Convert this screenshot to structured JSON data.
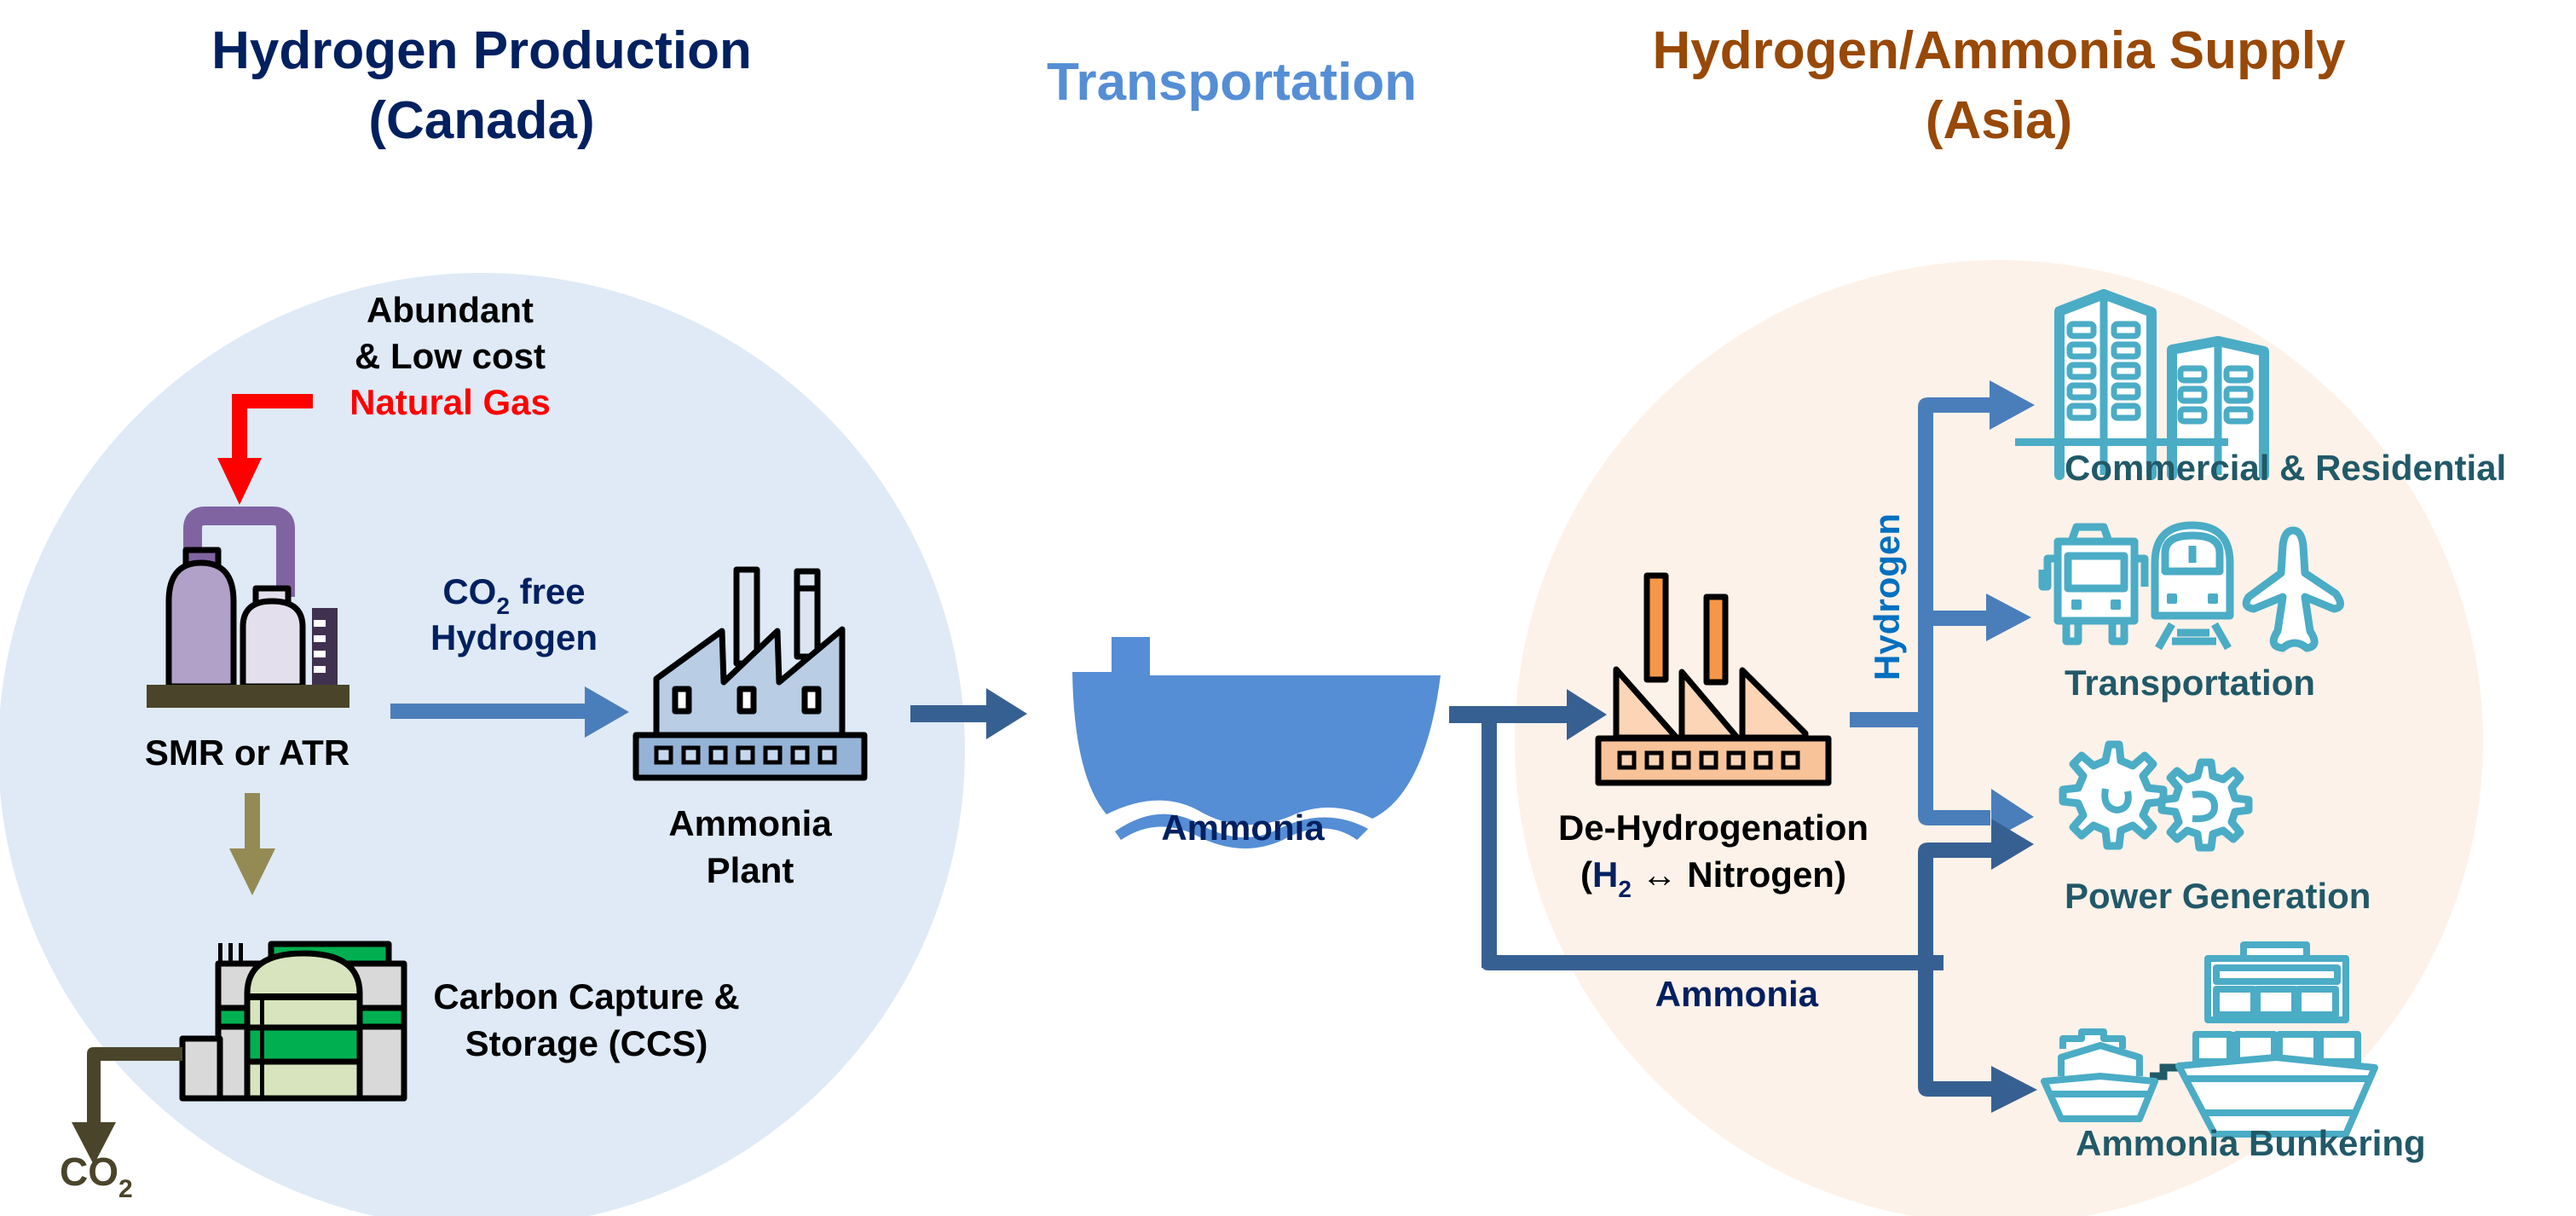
{
  "colors": {
    "canada_title": "#002060",
    "transport_title": "#558ED5",
    "asia_title": "#984807",
    "canada_region": "#DFEAF6",
    "asia_region": "#FDF2E9",
    "natural_gas": "#FF0000",
    "hydrogen_arrow": "#4A7EBB",
    "ammonia_arrow": "#376092",
    "ship": "#558ED5",
    "co2": "#4A452A",
    "ccs_arrow": "#948A54",
    "end_use_icon": "#4BACC6",
    "end_use_label": "#215968",
    "hydrogen_label": "#0070C0"
  },
  "sections": {
    "production": {
      "title_line1": "Hydrogen Production",
      "title_line2": "(Canada)"
    },
    "transportation": {
      "title": "Transportation"
    },
    "supply": {
      "title_line1": "Hydrogen/Ammonia Supply",
      "title_line2": "(Asia)"
    }
  },
  "production": {
    "feedstock": {
      "line1": "Abundant",
      "line2": "& Low cost",
      "line3": "Natural Gas"
    },
    "reformer": {
      "label": "SMR or ATR"
    },
    "hydrogen_flow": {
      "line1_prefix": "CO",
      "line1_sub": "2",
      "line1_suffix": " free",
      "line2": "Hydrogen"
    },
    "ammonia_plant": {
      "line1": "Ammonia",
      "line2": "Plant"
    },
    "ccs": {
      "line1": "Carbon Capture &",
      "line2": "Storage (CCS)"
    },
    "co2_output": {
      "prefix": "CO",
      "sub": "2"
    }
  },
  "transportation": {
    "carrier_label": "Ammonia"
  },
  "supply": {
    "dehydrogenation": {
      "line1": "De-Hydrogenation",
      "line2_open": "(",
      "line2_h": "H",
      "line2_sub": "2",
      "line2_rest": " ↔ Nitrogen)"
    },
    "hydrogen_branch_label": "Hydrogen",
    "ammonia_branch_label": "Ammonia",
    "end_uses": [
      {
        "label": "Commercial & Residential",
        "icon": "buildings-icon"
      },
      {
        "label": "Transportation",
        "icon": "bus-train-plane-icon"
      },
      {
        "label": "Power Generation",
        "icon": "gears-icon"
      },
      {
        "label": "Ammonia Bunkering",
        "icon": "ships-icon"
      }
    ]
  }
}
